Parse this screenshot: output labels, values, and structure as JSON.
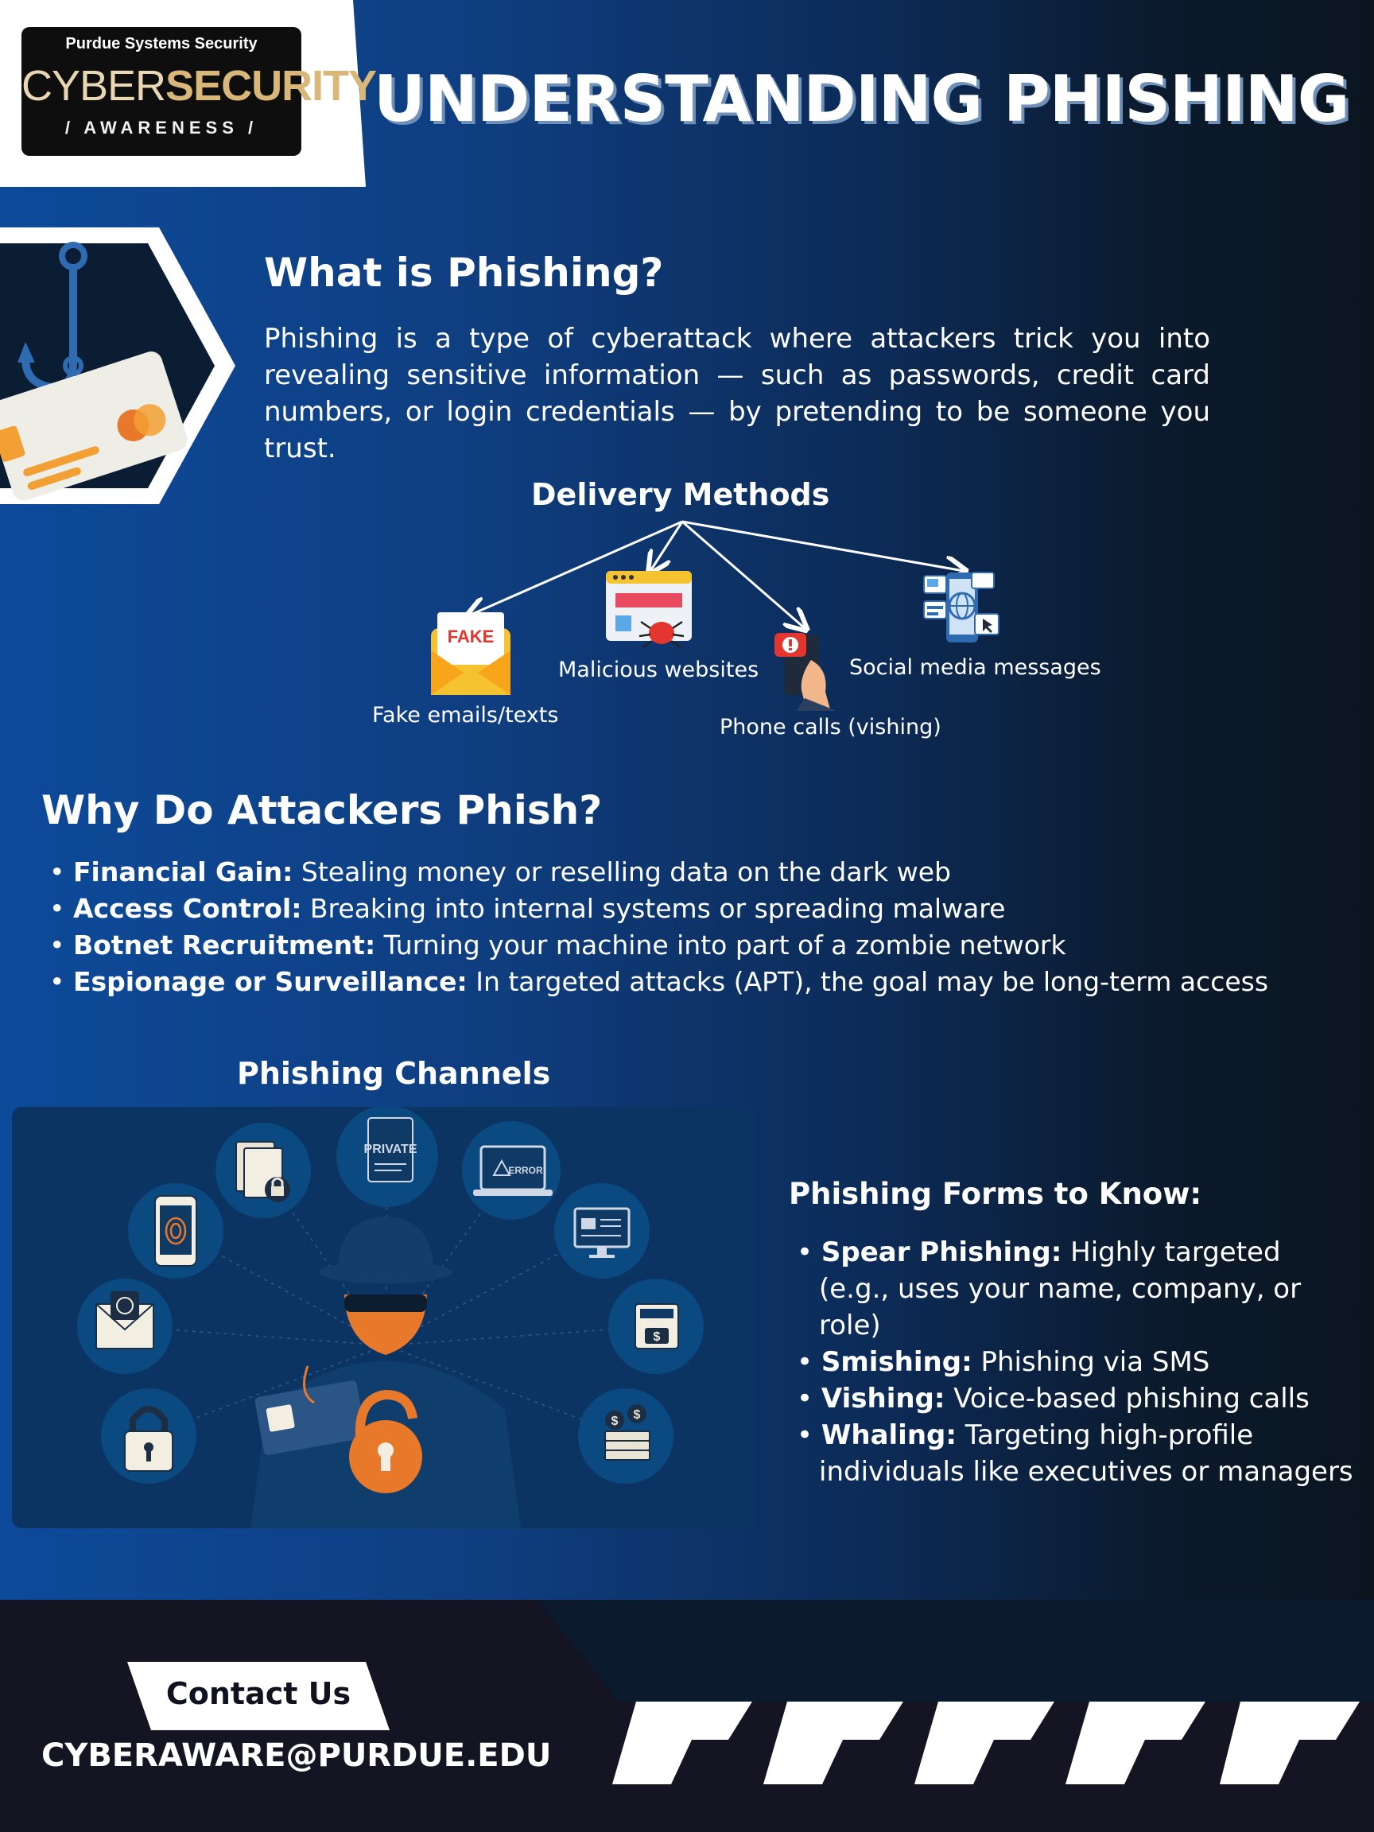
{
  "header": {
    "logo_org": "Purdue Systems Security",
    "logo_cyber": "CYBER",
    "logo_security": "SECURITY",
    "logo_sub": "/ AWARENESS /",
    "title": "UNDERSTANDING PHISHING"
  },
  "what": {
    "title": "What is Phishing?",
    "body": "Phishing is a type of cyberattack where attackers trick you into revealing sensitive information — such as passwords, credit card numbers, or login credentials — by pretending to be someone you trust."
  },
  "delivery": {
    "title": "Delivery Methods",
    "methods": [
      {
        "label": "Fake emails/texts",
        "icon": "fake-email-icon",
        "badge": "FAKE"
      },
      {
        "label": "Malicious websites",
        "icon": "malicious-website-icon"
      },
      {
        "label": "Phone calls (vishing)",
        "icon": "phone-call-icon"
      },
      {
        "label": "Social media messages",
        "icon": "social-media-icon"
      }
    ]
  },
  "why": {
    "title": "Why Do Attackers Phish?",
    "items": [
      {
        "term": "Financial Gain:",
        "desc": "Stealing money or reselling data on the dark web"
      },
      {
        "term": "Access Control:",
        "desc": "Breaking into internal systems or spreading malware"
      },
      {
        "term": "Botnet Recruitment:",
        "desc": "Turning your machine into part of a zombie network"
      },
      {
        "term": "Espionage or Surveillance:",
        "desc": "In targeted attacks (APT), the goal may be long-term access"
      }
    ]
  },
  "channels": {
    "title": "Phishing Channels",
    "private_label": "PRIVATE",
    "error_label": "ERROR"
  },
  "forms": {
    "title": "Phishing Forms to Know:",
    "items": [
      {
        "term": "Spear Phishing:",
        "desc": "Highly targeted (e.g., uses your name, company, or role)"
      },
      {
        "term": "Smishing:",
        "desc": "Phishing via SMS"
      },
      {
        "term": "Vishing:",
        "desc": "Voice-based phishing calls"
      },
      {
        "term": "Whaling:",
        "desc": "Targeting high-profile individuals like executives or managers"
      }
    ]
  },
  "footer": {
    "contact_label": "Contact Us",
    "email": "CYBERAWARE@PURDUE.EDU"
  },
  "colors": {
    "orange": "#e8782a",
    "panel": "#0b3462",
    "footer": "#141422"
  }
}
